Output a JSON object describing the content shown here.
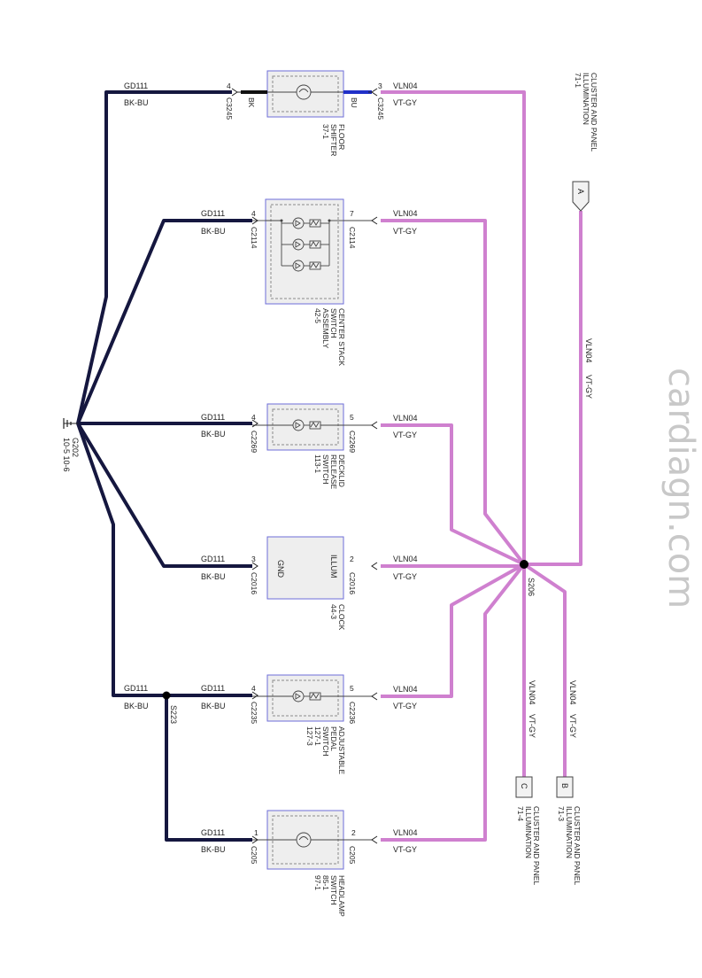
{
  "colors": {
    "ground_wire": "#15173f",
    "power_wire": "#cf80cf",
    "component_border": "#6e6ed8"
  },
  "ground_circuit": {
    "name": "GD111",
    "color": "BK-BU"
  },
  "illum_circuit": {
    "name": "VLN04",
    "color": "VT-GY"
  },
  "ground_point": {
    "name": "G202",
    "ref": "10-5  10-6"
  },
  "splice_s206": "S206",
  "splice_s223": "S223",
  "components": [
    {
      "name_lines": [
        "FLOOR",
        "SHIFTER"
      ],
      "ref": "37-1",
      "gnd_pin": "4",
      "gnd_conn": "C3245",
      "pwr_pin": "3",
      "pwr_conn": "C3245",
      "gnd_color_tag": "BK",
      "pwr_color_tag": "BU"
    },
    {
      "name_lines": [
        "CENTER STACK",
        "SWITCH",
        "ASSEMBLY"
      ],
      "ref": "42-5",
      "gnd_pin": "4",
      "gnd_conn": "C2114",
      "pwr_pin": "7",
      "pwr_conn": "C2114"
    },
    {
      "name_lines": [
        "DECKLID",
        "RELEASE",
        "SWITCH"
      ],
      "ref": "113-1",
      "gnd_pin": "4",
      "gnd_conn": "C2269",
      "pwr_pin": "5",
      "pwr_conn": "C2269"
    },
    {
      "name_lines": [
        "CLOCK"
      ],
      "ref": "44-3",
      "gnd_pin": "3",
      "gnd_conn": "C2016",
      "pwr_pin": "2",
      "pwr_conn": "C2016",
      "gnd_label": "GND",
      "pwr_label": "ILLUM"
    },
    {
      "name_lines": [
        "ADJUSTABLE",
        "PEDAL",
        "SWITCH"
      ],
      "ref": "127-1",
      "ref2": "127-3",
      "gnd_pin": "4",
      "gnd_conn": "C2235",
      "pwr_pin": "5",
      "pwr_conn": "C2236"
    },
    {
      "name_lines": [
        "HEADLAMP",
        "SWITCH"
      ],
      "ref": "85-1",
      "ref2": "97-1",
      "gnd_pin": "1",
      "gnd_conn": "C205",
      "pwr_pin": "2",
      "pwr_conn": "C205"
    }
  ],
  "offpage": [
    {
      "letter": "A",
      "title_lines": [
        "CLUSTER AND PANEL",
        "ILLUMINATION"
      ],
      "ref": "71-1"
    },
    {
      "letter": "B",
      "title_lines": [
        "CLUSTER AND PANEL",
        "ILLUMINATION"
      ],
      "ref": "71-3"
    },
    {
      "letter": "C",
      "title_lines": [
        "CLUSTER AND PANEL",
        "ILLUMINATION"
      ],
      "ref": "71-4"
    }
  ],
  "vertical_wire_labels": {
    "a_circuit": "VLN04",
    "a_color": "VT-GY",
    "b_circuit": "VLN04",
    "b_color": "VT-GY",
    "c_circuit": "VLN04",
    "c_color": "VT-GY"
  },
  "watermark": "cardiagn.com"
}
